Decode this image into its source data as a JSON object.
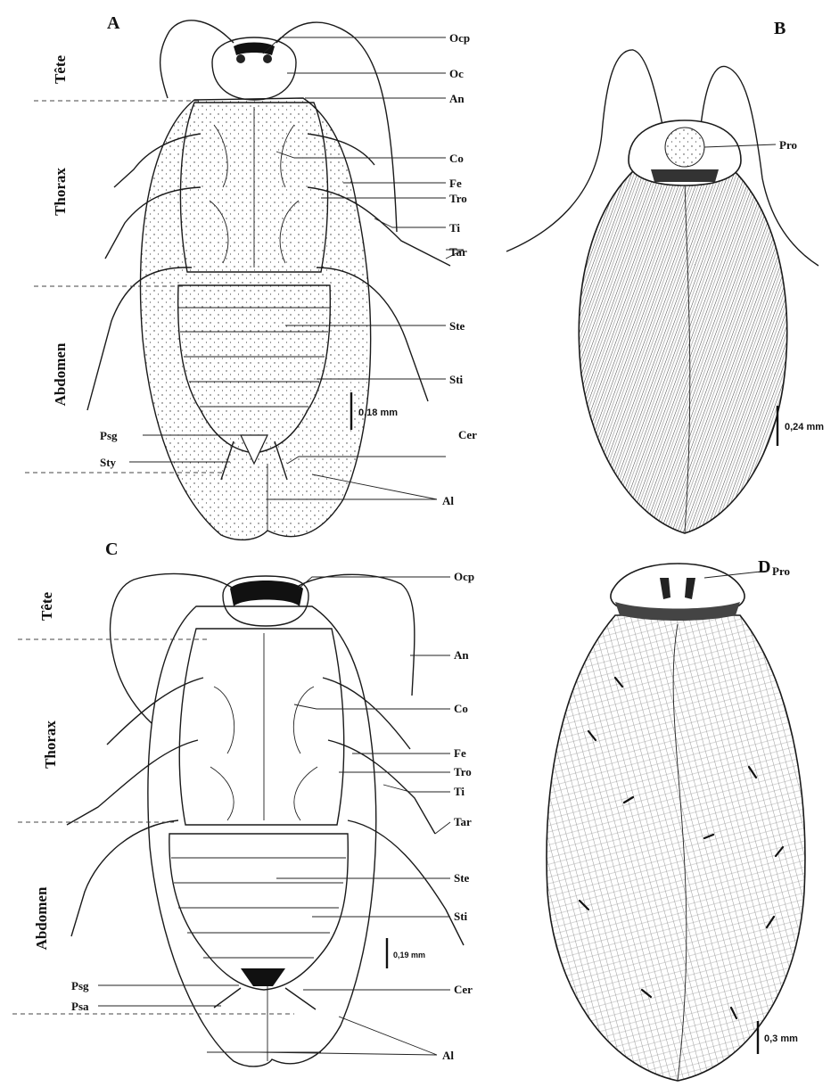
{
  "panels": {
    "a": {
      "letter": "A",
      "regions": [
        "Tête",
        "Thorax",
        "Abdomen"
      ],
      "callouts": {
        "ocp": "Ocp",
        "oc": "Oc",
        "an": "An",
        "co": "Co",
        "fe": "Fe",
        "tro": "Tro",
        "ti": "Ti",
        "tar": "Tar",
        "ste": "Ste",
        "sti": "Sti",
        "cer": "Cer",
        "al": "Al",
        "psg": "Psg",
        "sty": "Sty"
      },
      "scale": "0,18 mm"
    },
    "b": {
      "letter": "B",
      "callouts": {
        "pro": "Pro"
      },
      "scale": "0,24 mm"
    },
    "c": {
      "letter": "C",
      "regions": [
        "Tête",
        "Thorax",
        "Abdomen"
      ],
      "callouts": {
        "ocp": "Ocp",
        "an": "An",
        "co": "Co",
        "fe": "Fe",
        "tro": "Tro",
        "ti": "Ti",
        "tar": "Tar",
        "ste": "Ste",
        "sti": "Sti",
        "cer": "Cer",
        "al": "Al",
        "psg": "Psg",
        "psa": "Psa"
      },
      "scale": "0,19 mm"
    },
    "d": {
      "letter": "D",
      "callouts": {
        "pro": "Pro"
      },
      "scale": "0,3 mm"
    }
  }
}
